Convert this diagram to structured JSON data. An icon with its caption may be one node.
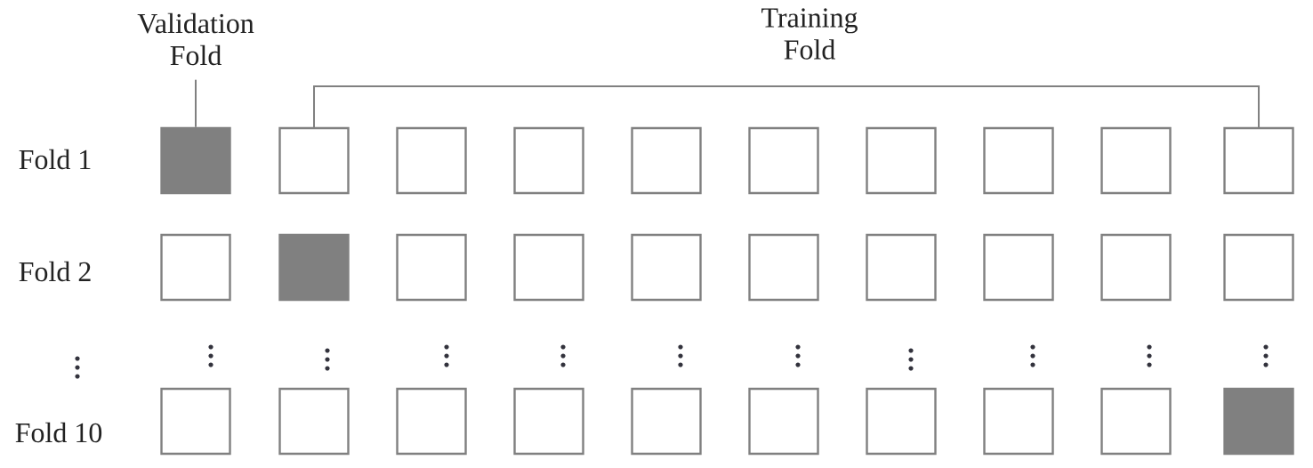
{
  "diagram": {
    "nodes": [
      {
        "text": [
          "Validation Fold"
        ]
      },
      {
        "text": [],
        "shape": "box"
      },
      {
        "text": [],
        "shape": "box"
      },
      {
        "text": [],
        "shape": "box"
      },
      {
        "text": [],
        "shape": "box"
      },
      {
        "text": [],
        "shape": "box"
      },
      {
        "text": [],
        "shape": "box"
      },
      {
        "text": [],
        "shape": "box"
      },
      {
        "text": [],
        "shape": "box"
      },
      {
        "text": [],
        "shape": "box"
      },
      {
        "text": [],
        "shape": "box"
      },
      {
        "text": [],
        "shape": "box"
      },
      {
        "text": [],
        "shape": "box"
      },
      {
        "text": [],
        "shape": "box"
      },
      {
        "text": [],
        "shape": "box"
      },
      {
        "text": [],
        "shape": "box"
      },
      {
        "text": [],
        "shape": "box"
      },
      {
        "text": [],
        "shape": "box"
      },
      {
        "text": [],
        "shape": "box"
      },
      {
        "text": [],
        "shape": "box"
      },
      {
        "text": [],
        "shape": "box"
      },
      {
        "text": [],
        "shape": "box"
      },
      {
        "text": [],
        "shape": "box"
      },
      {
        "text": [],
        "shape": "box"
      },
      {
        "text": [],
        "shape": "box"
      },
      {
        "text": [],
        "shape": "box"
      },
      {
        "text": [],
        "shape": "box"
      },
      {
        "text": [],
        "shape": "box"
      },
      {
        "text": [],
        "shape": "box"
      },
      {
        "text": [],
        "shape": "box"
      },
      {
        "text": [],
        "shape": "box"
      }
    ],
    "edges": [
      {
        "from": 0,
        "to": 1,
        "arrow": "none"
      }
    ],
    "labels": [
      "Training Fold",
      "Fold 1",
      "Fold 2",
      "Fold 10"
    ]
  }
}
